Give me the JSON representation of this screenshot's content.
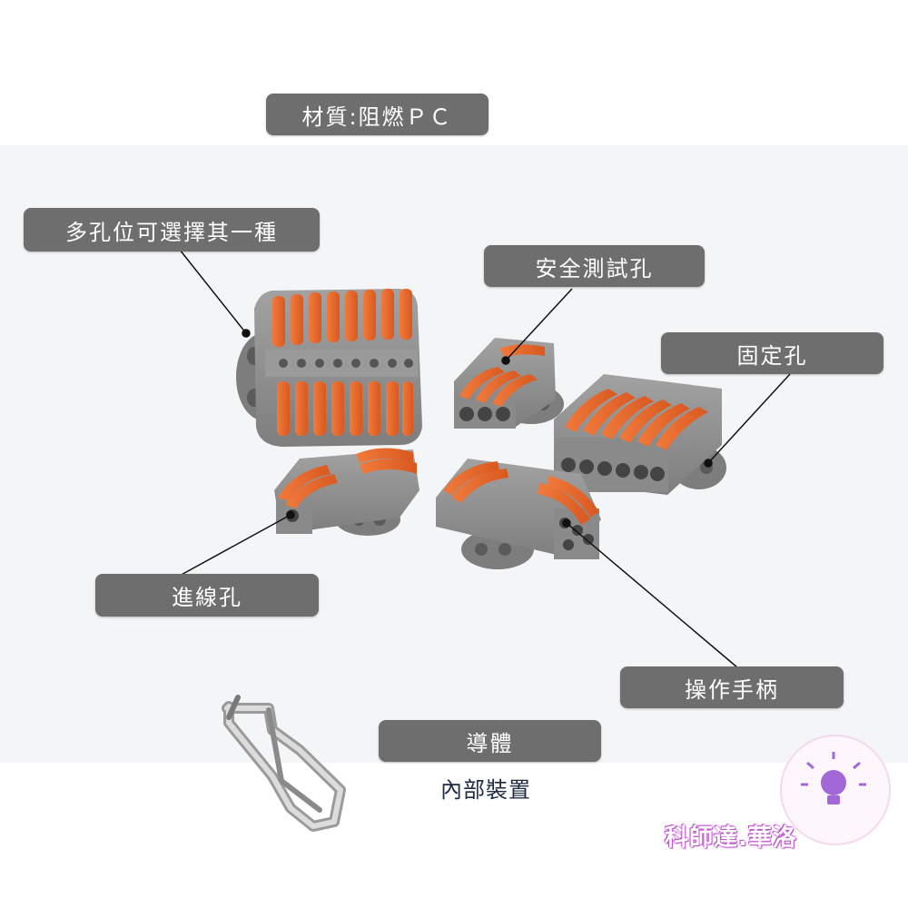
{
  "labels": {
    "material": "材質:阻燃ＰＣ",
    "multi_hole": "多孔位可選擇其一種",
    "safety_test_hole": "安全測試孔",
    "fixing_hole": "固定孔",
    "inlet_hole": "進線孔",
    "operating_handle": "操作手柄",
    "conductor": "導體",
    "internal_device": "內部裝置"
  },
  "watermark": "科師達.華洛",
  "colors": {
    "label_bg": "#6e6e6e",
    "housing": "#8c8c8c",
    "lever": "#e8662e",
    "caption": "#1e2a44",
    "watermark_glow": "#c85ad6"
  }
}
